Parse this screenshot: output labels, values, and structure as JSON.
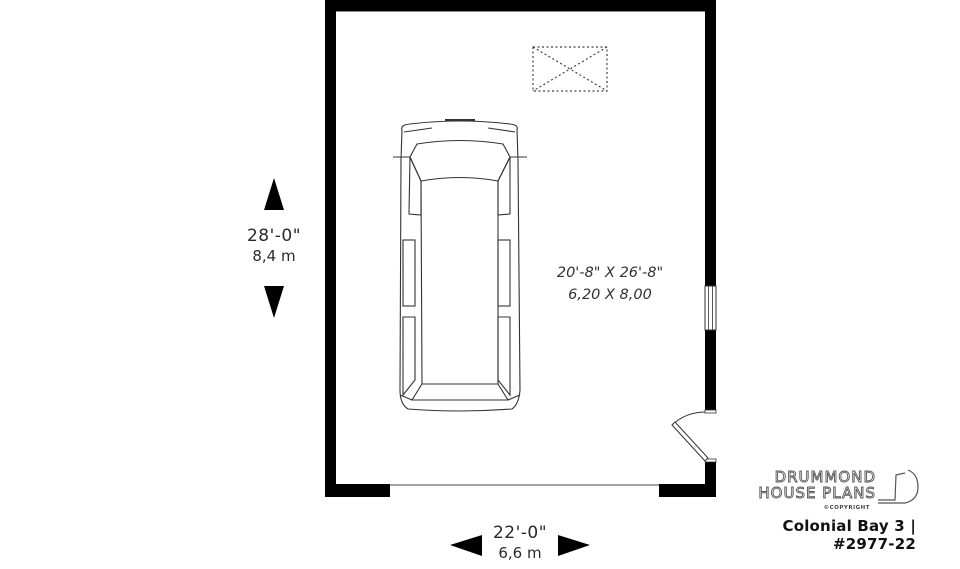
{
  "plan": {
    "type": "garage floor plan",
    "room": {
      "dimensions_imperial": "20'-8\" X 26'-8\"",
      "dimensions_metric": "6,20 X 8,00"
    },
    "overall_depth": {
      "imperial": "28'-0\"",
      "metric": "8,4 m"
    },
    "overall_width": {
      "imperial": "22'-0\"",
      "metric": "6,6 m"
    },
    "elements": [
      "car-outline",
      "attic-hatch",
      "window",
      "side-door",
      "garage-door-opening"
    ]
  },
  "branding": {
    "line1": "DRUMMOND",
    "line2": "HOUSE PLANS",
    "copyright": "©COPYRIGHT",
    "plan_title": "Colonial Bay 3 | #2977-22"
  },
  "colors": {
    "wall": "#000000",
    "line": "#333333",
    "background": "#ffffff"
  }
}
